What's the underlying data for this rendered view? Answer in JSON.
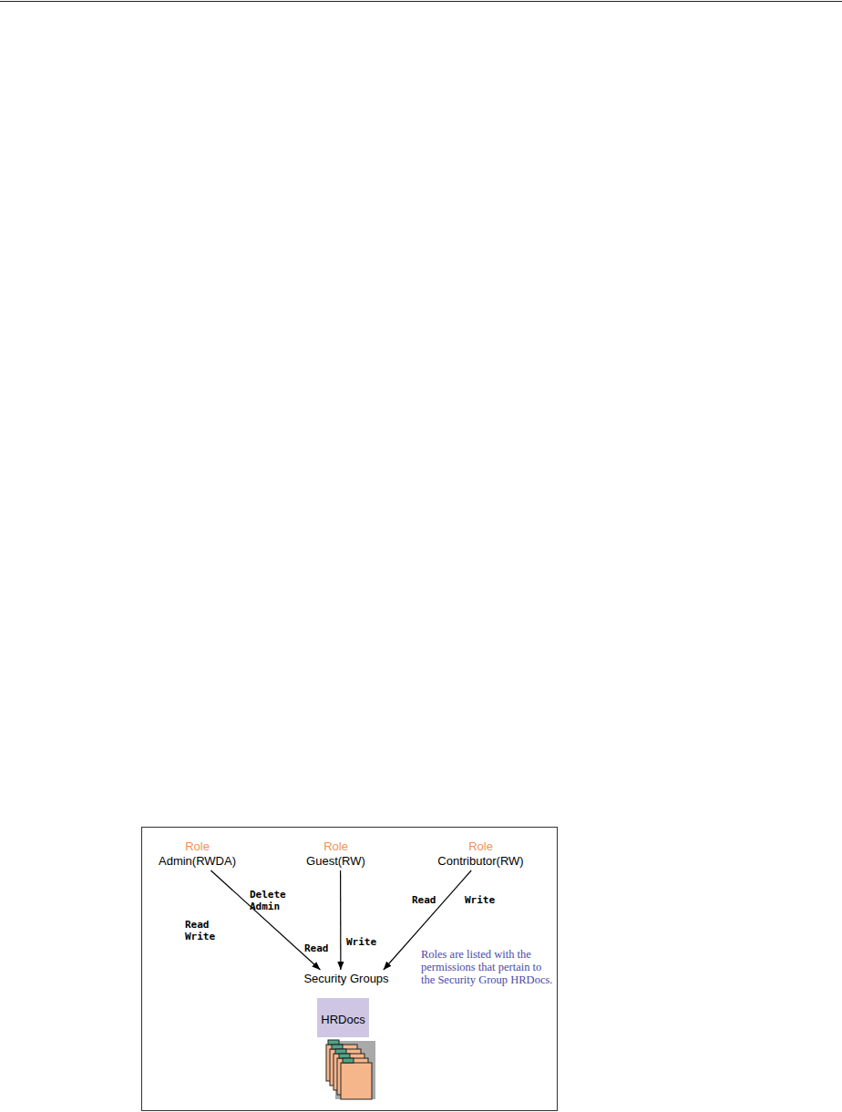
{
  "diagram": {
    "nodes": [
      {
        "text": [
          "Role",
          "Admin(RWDA)"
        ]
      },
      {
        "text": [
          "Role",
          "Guest(RW)"
        ]
      },
      {
        "text": [
          "Role",
          "Contributor(RW)"
        ]
      },
      {
        "text": [
          "Security Groups"
        ]
      },
      {
        "text": [
          "HRDocs"
        ]
      }
    ],
    "edges": [
      {
        "from": 0,
        "to": 3,
        "label": "Read Write",
        "arrow": "to"
      },
      {
        "from": 1,
        "to": 3,
        "label": "Read",
        "arrow": "to"
      },
      {
        "from": 2,
        "to": 3,
        "label": "Read",
        "arrow": "to"
      }
    ],
    "labels": [
      "Delete Admin",
      "Write",
      "Write",
      "Roles are listed with the permissions that pertain to the Security Group HRDocs."
    ]
  }
}
